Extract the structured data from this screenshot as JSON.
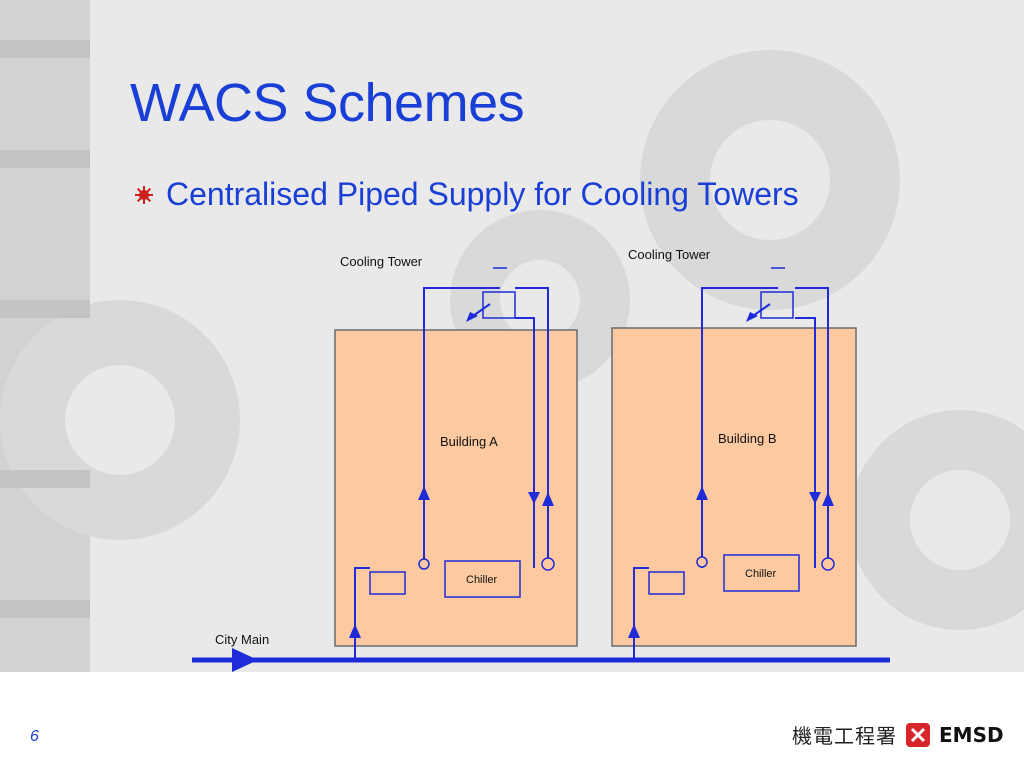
{
  "slide": {
    "title": "WACS Schemes",
    "bullet": "Centralised Piped Supply for Cooling Towers",
    "page_number": "6"
  },
  "diagram": {
    "cooling_tower_a": "Cooling Tower",
    "cooling_tower_b": "Cooling Tower",
    "building_a": "Building A",
    "building_b": "Building B",
    "chiller_a": "Chiller",
    "chiller_b": "Chiller",
    "city_main": "City Main",
    "colors": {
      "building_fill": "#fcc9a0",
      "pipe": "#1f2bd8",
      "title": "#1a3fd6",
      "bullet": "#cc1f1f"
    }
  },
  "logo": {
    "chinese_text": "機電工程署",
    "english_text": "EMSD"
  }
}
